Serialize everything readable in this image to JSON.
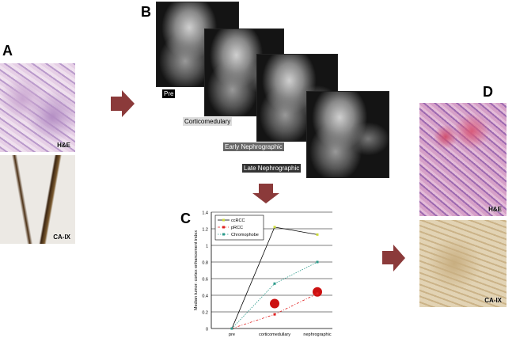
{
  "panels": {
    "a": {
      "label": "A",
      "images": [
        {
          "tag": "H&E"
        },
        {
          "tag": "CA-IX"
        }
      ]
    },
    "b": {
      "label": "B",
      "phases": [
        "Pre",
        "Corticomedulary",
        "Early Nephrographic",
        "Late Nephrographic"
      ]
    },
    "c": {
      "label": "C"
    },
    "d": {
      "label": "D",
      "images": [
        {
          "tag": "H&E"
        },
        {
          "tag": "CA-IX"
        }
      ]
    }
  },
  "colors": {
    "arrow": "#8b3a3a",
    "ccRCC": "#000000",
    "pRCC": "#e02020",
    "chromophobe": "#2a9a8a",
    "highlight": "#cc1111"
  },
  "chart_data": {
    "type": "line",
    "title": "",
    "xlabel": "",
    "ylabel": "Median tumor: cortex enhancement index",
    "categories": [
      "pre",
      "corticomedullary",
      "nephrographic"
    ],
    "ylim": [
      0,
      1.4
    ],
    "yticks": [
      "0",
      "0.2",
      "0.4",
      "0.6",
      "0.8",
      "1",
      "1.2",
      "1.4"
    ],
    "grid": true,
    "legend": "top-left",
    "series": [
      {
        "name": "ccRCC",
        "values": [
          0,
          1.22,
          1.13
        ]
      },
      {
        "name": "pRCC",
        "values": [
          0,
          0.17,
          0.42
        ]
      },
      {
        "name": "Chromophobe",
        "values": [
          0,
          0.54,
          0.8
        ]
      }
    ],
    "highlights": [
      {
        "category": "corticomedullary",
        "value": 0.3
      },
      {
        "category": "nephrographic",
        "value": 0.44
      }
    ]
  }
}
